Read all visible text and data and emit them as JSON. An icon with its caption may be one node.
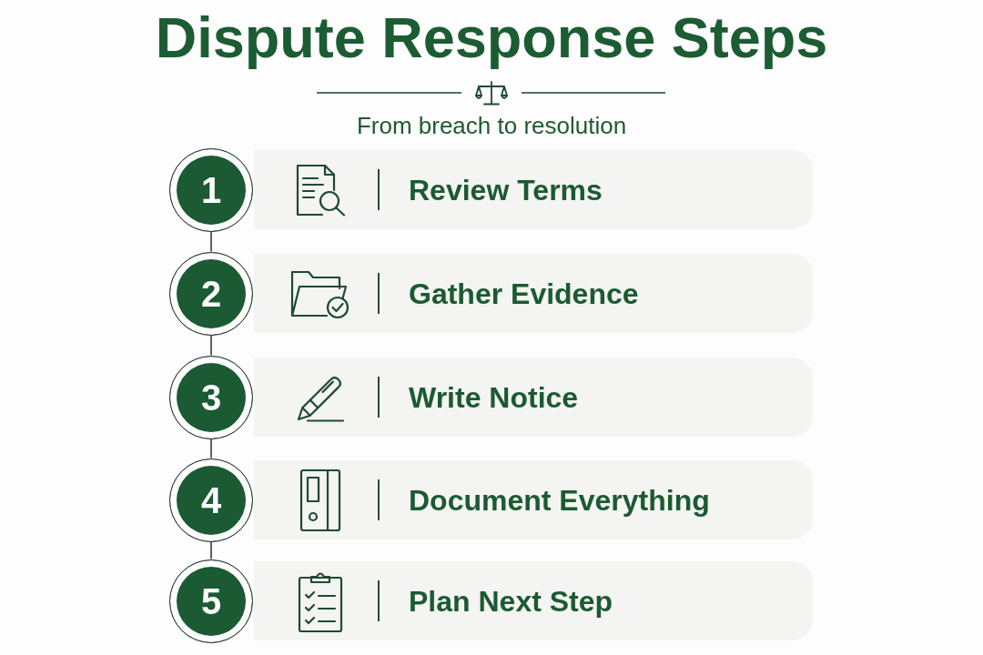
{
  "diagram": {
    "title": "Dispute Response Steps",
    "nodes": [
      {
        "text": [
          "1"
        ]
      },
      {
        "text": [
          "Review Terms"
        ]
      },
      {
        "text": [
          "2"
        ]
      },
      {
        "text": [
          "Gather Evidence"
        ]
      },
      {
        "text": [
          "3"
        ]
      },
      {
        "text": [
          "Write Notice"
        ]
      },
      {
        "text": [
          "4"
        ]
      },
      {
        "text": [
          "Document Everything"
        ]
      },
      {
        "text": [
          "5"
        ]
      },
      {
        "text": [
          "Plan Next Step"
        ]
      }
    ],
    "edges": [
      {
        "from": 0,
        "to": 2,
        "arrow": "none"
      },
      {
        "from": 2,
        "to": 4,
        "arrow": "none"
      },
      {
        "from": 4,
        "to": 6,
        "arrow": "none"
      },
      {
        "from": 6,
        "to": 8,
        "arrow": "none"
      }
    ],
    "labels": [
      "From breach to resolution"
    ]
  }
}
